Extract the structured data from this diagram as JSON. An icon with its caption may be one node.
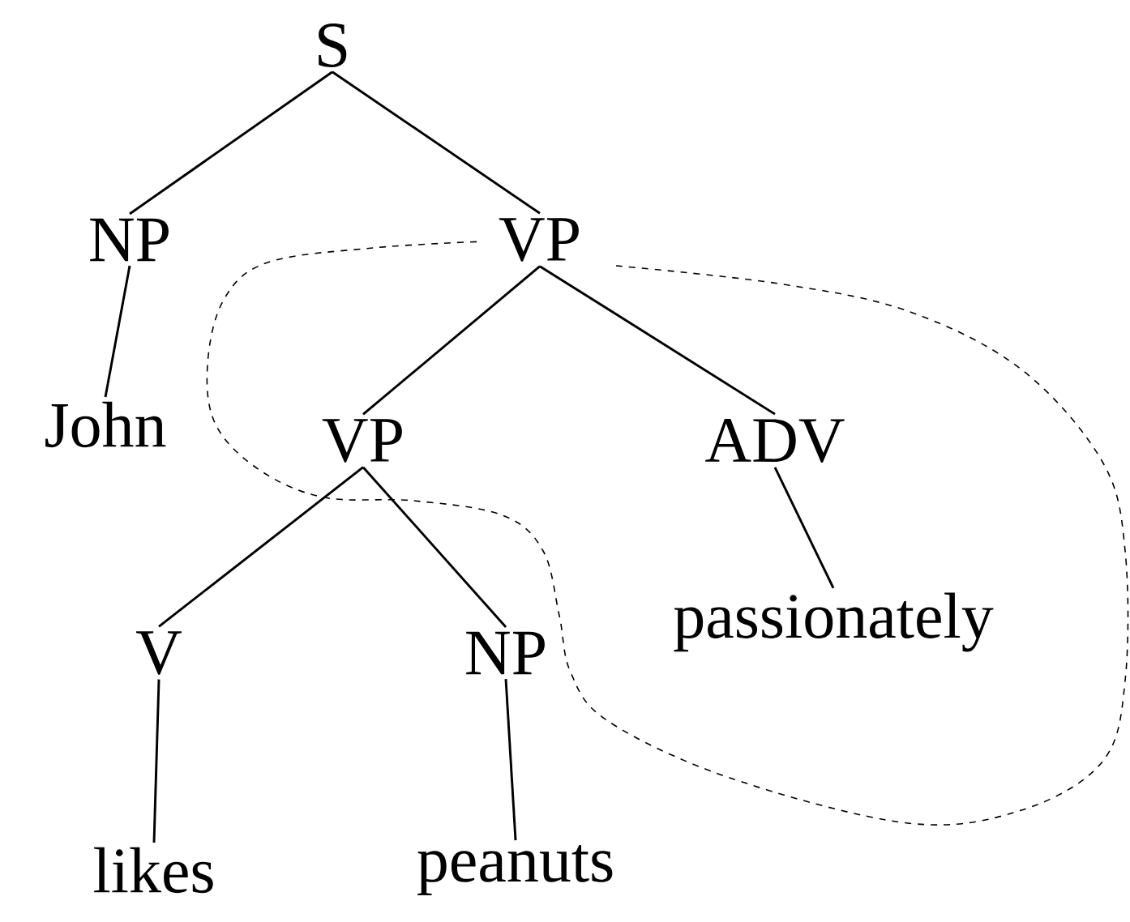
{
  "diagram": {
    "nodes": [
      {
        "text": [
          "S"
        ]
      },
      {
        "text": [
          "NP"
        ]
      },
      {
        "text": [
          "VP"
        ]
      },
      {
        "text": [
          "John"
        ]
      },
      {
        "text": [
          "VP"
        ]
      },
      {
        "text": [
          "ADV"
        ]
      },
      {
        "text": [
          "V"
        ]
      },
      {
        "text": [
          "NP"
        ]
      },
      {
        "text": [
          "passionately"
        ]
      },
      {
        "text": [
          "likes"
        ]
      },
      {
        "text": [
          "peanuts"
        ]
      }
    ],
    "edges": [
      {
        "from": 0,
        "to": 1,
        "arrow": "none"
      },
      {
        "from": 0,
        "to": 2,
        "arrow": "none"
      },
      {
        "from": 1,
        "to": 3,
        "arrow": "none"
      },
      {
        "from": 2,
        "to": 4,
        "arrow": "none"
      },
      {
        "from": 2,
        "to": 5,
        "arrow": "none"
      },
      {
        "from": 4,
        "to": 6,
        "arrow": "none"
      },
      {
        "from": 4,
        "to": 7,
        "arrow": "none"
      },
      {
        "from": 5,
        "to": 8,
        "arrow": "none"
      },
      {
        "from": 6,
        "to": 9,
        "arrow": "none"
      },
      {
        "from": 7,
        "to": 10,
        "arrow": "none"
      }
    ]
  }
}
